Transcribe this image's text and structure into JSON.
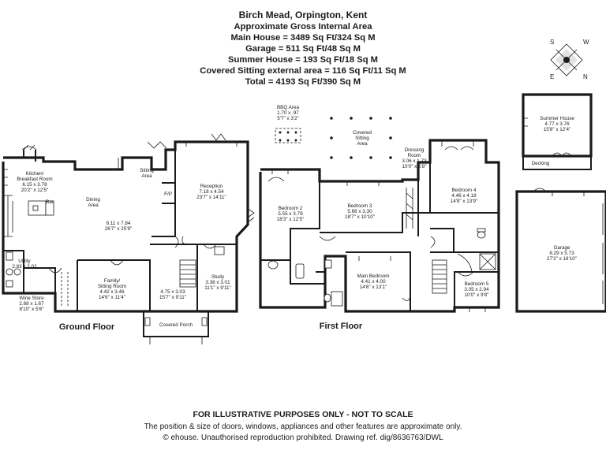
{
  "header": {
    "lines": [
      "Birch Mead, Orpington, Kent",
      "Approximate Gross Internal Area",
      "Main House = 3489 Sq Ft/324 Sq M",
      "Garage = 511 Sq Ft/48 Sq M",
      "Summer House = 193 Sq Ft/18 Sq M",
      "Covered Sitting external area = 116 Sq Ft/11 Sq M",
      "Total = 4193 Sq Ft/390 Sq M"
    ]
  },
  "compass": {
    "n": "N",
    "s": "S",
    "e": "E",
    "w": "W"
  },
  "floors": {
    "ground": "Ground Floor",
    "first": "First Floor"
  },
  "rooms": {
    "kitchen": {
      "l1": "Kitchen/",
      "l2": "Breakfast Room",
      "l3": "6.15 x 3.78",
      "l4": "20'2\" x 12'5\""
    },
    "bar": "Bar",
    "dining": {
      "l1": "Dining",
      "l2": "Area"
    },
    "sitting": {
      "l1": "Sitting",
      "l2": "Area"
    },
    "open_dims": {
      "l1": "8.11 x 7.84",
      "l2": "26'7\" x 25'9\""
    },
    "fp": "F/P",
    "reception": {
      "l1": "Reception",
      "l2": "7.18 x 4.54",
      "l3": "23'7\" x 14'11\""
    },
    "utility": {
      "l1": "Utility",
      "l2": "2.83 x 2.02"
    },
    "wine": {
      "l1": "Wine Store",
      "l2": "2.68 x 1.67",
      "l3": "8'10\" x 5'6\""
    },
    "family": {
      "l1": "Family/",
      "l2": "Sitting Room",
      "l3": "4.42 x 3.46",
      "l4": "14'6\" x 11'4\""
    },
    "hall": {
      "l1": "4.75 x 3.03",
      "l2": "15'7\" x 9'11\""
    },
    "study": {
      "l1": "Study",
      "l2": "3.38 x 3.01",
      "l3": "11'1\" x 9'11\""
    },
    "porch": "Covered Porch",
    "bbq": {
      "l1": "BBQ Area",
      "l2": "1.70 x .97",
      "l3": "5'7\" x 3'2\""
    },
    "covered": {
      "l1": "Covered",
      "l2": "Sitting",
      "l3": "Area"
    },
    "dressing": {
      "l1": "Dressing",
      "l2": "Room",
      "l3": "3.06 x 1.73",
      "l4": "10'0\" x 5'8\""
    },
    "bed2": {
      "l1": "Bedroom 2",
      "l2": "5.55 x 3.79",
      "l3": "18'3\" x 12'5\""
    },
    "bed3": {
      "l1": "Bedroom 3",
      "l2": "5.66 x 3.30",
      "l3": "18'7\" x 10'10\""
    },
    "bed4": {
      "l1": "Bedroom 4",
      "l2": "4.46 x 4.18",
      "l3": "14'8\" x 13'9\""
    },
    "main_bed": {
      "l1": "Main Bedroom",
      "l2": "4.41 x 4.00",
      "l3": "14'6\" x 13'1\""
    },
    "bed5": {
      "l1": "Bedroom 5",
      "l2": "3.05 x 2.94",
      "l3": "10'0\" x 9'8\""
    },
    "summer": {
      "l1": "Summer House",
      "l2": "4.77 x 3.76",
      "l3": "15'8\" x 12'4\""
    },
    "decking": "Decking",
    "garage": {
      "l1": "Garage",
      "l2": "8.29 x 5.73",
      "l3": "27'2\" x 18'10\""
    }
  },
  "footer": {
    "l1": "FOR ILLUSTRATIVE PURPOSES ONLY - NOT TO SCALE",
    "l2": "The position & size of doors, windows, appliances and other features are approximate only.",
    "l3": "© ehouse. Unauthorised reproduction prohibited. Drawing ref. dig/8636763/DWL"
  }
}
